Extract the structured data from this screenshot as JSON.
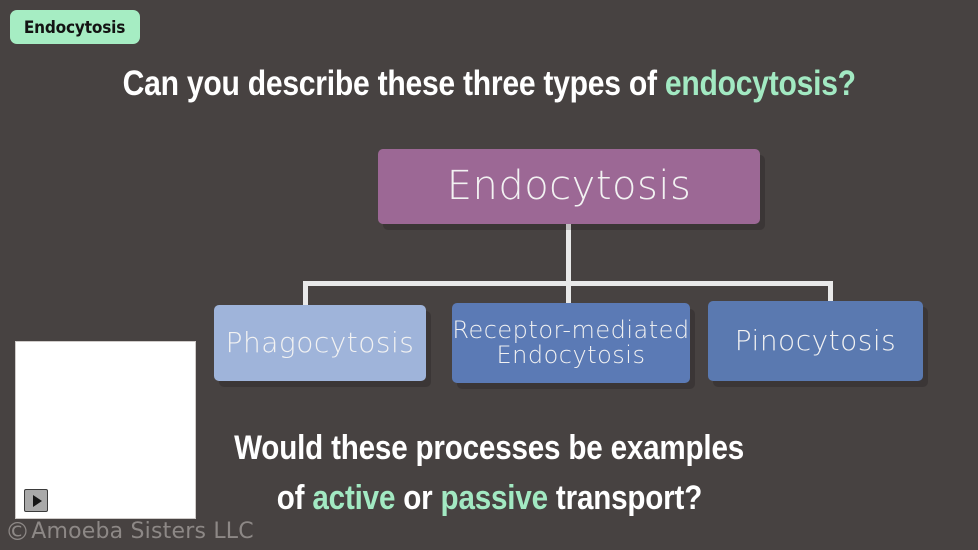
{
  "slide": {
    "background_color": "#474241",
    "topic_tag": {
      "label": "Endocytosis",
      "background_color": "#a6edc3",
      "text_color": "#131313"
    },
    "headline_top": {
      "part1": "Can you describe these three types of ",
      "accent": "endocytosis?",
      "accent_color": "#a2e9c2",
      "text_color": "#ffffff"
    },
    "headline_bottom": {
      "line1": "Would these processes be examples",
      "line2_part1": "of ",
      "line2_accent1": "active",
      "line2_part2": " or ",
      "line2_accent2": "passive",
      "line2_part3": " transport?",
      "accent_color": "#a2e9c2",
      "text_color": "#ffffff"
    },
    "diagram": {
      "root": {
        "label": "Endocytosis",
        "color": "#9c6895",
        "text_color": "#f2f2f2"
      },
      "children": [
        {
          "label": "Phagocytosis",
          "color": "#9fb4da",
          "text_color": "#f2f2f2"
        },
        {
          "label_line1": "Receptor-mediated",
          "label_line2": "Endocytosis",
          "color": "#5b7ab5",
          "text_color": "#f2f2f2"
        },
        {
          "label": "Pinocytosis",
          "color": "#5a79b0",
          "text_color": "#f2f2f2"
        }
      ],
      "connector_color": "#e9e9e9"
    },
    "media_panel": {
      "background_color": "#ffffff",
      "play_icon": "play-icon"
    },
    "watermark": {
      "copyright_symbol": "©",
      "text": "Amoeba Sisters LLC",
      "color": "#8d8886"
    }
  }
}
